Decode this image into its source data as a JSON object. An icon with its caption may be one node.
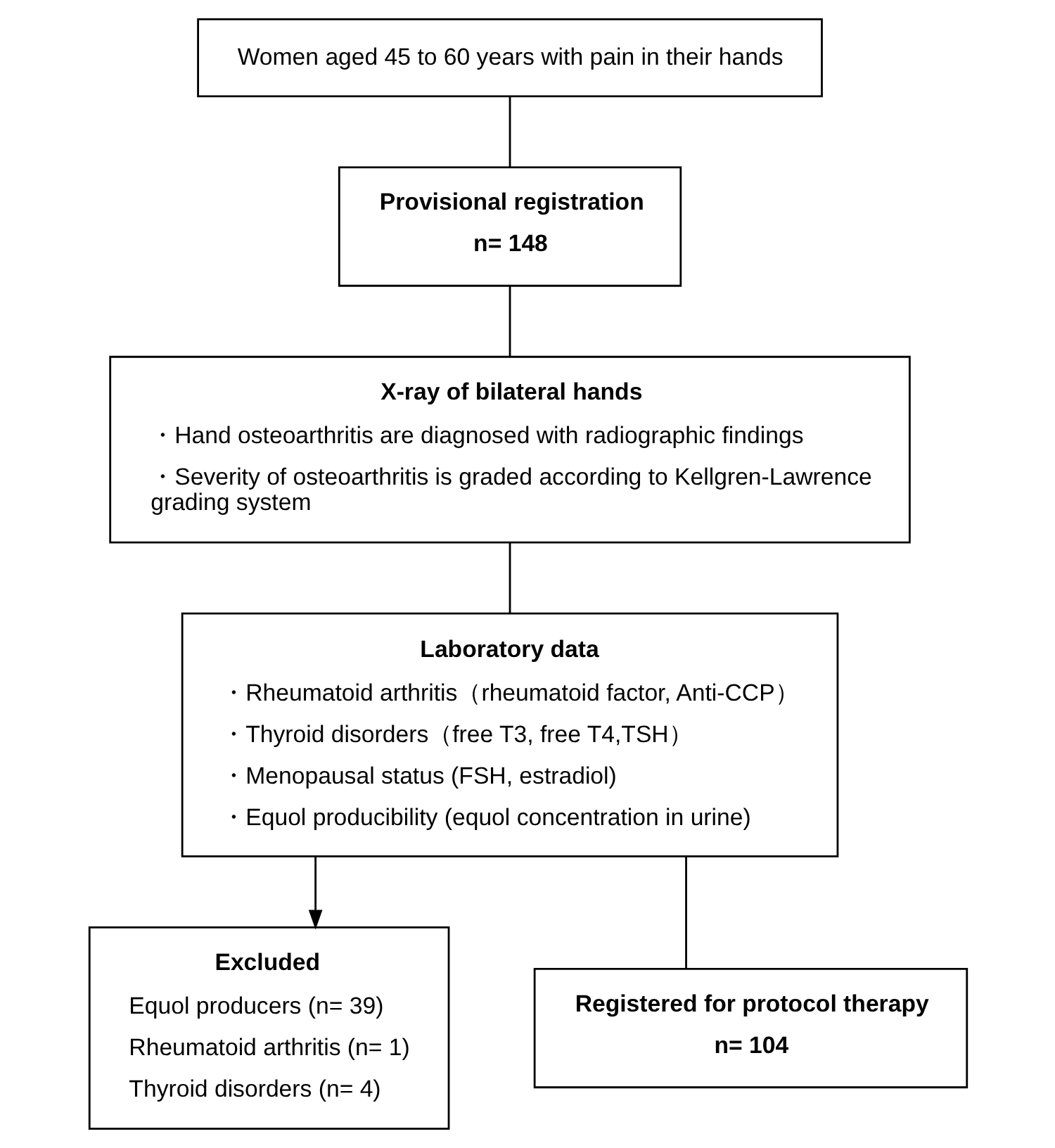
{
  "diagram": {
    "nodes": [
      {
        "text": [
          "Women aged 45 to 60 years with pain in their hands"
        ]
      },
      {
        "text": [
          "Provisional registration",
          "n= 148"
        ]
      },
      {
        "text": [
          "X-ray of bilateral hands",
          "・Hand osteoarthritis are diagnosed with radiographic findings",
          "・Severity of osteoarthritis is graded according to Kellgren-Lawrence grading system"
        ]
      },
      {
        "text": [
          "Laboratory data",
          "・Rheumatoid arthritis（rheumatoid factor, Anti-CCP）",
          "・Thyroid disorders（free T3, free T4,TSH）",
          "・Menopausal status (FSH, estradiol)",
          "・Equol producibility (equol concentration in urine)"
        ]
      },
      {
        "text": [
          "Excluded",
          "Equol producers (n= 39)",
          "Rheumatoid arthritis (n= 1)",
          "Thyroid disorders (n= 4)"
        ]
      },
      {
        "text": [
          "Registered for protocol therapy",
          "n= 104"
        ]
      }
    ],
    "edges": [
      {
        "from": 0,
        "to": 1,
        "arrow": "none"
      },
      {
        "from": 1,
        "to": 2,
        "arrow": "none"
      },
      {
        "from": 2,
        "to": 3,
        "arrow": "none"
      },
      {
        "from": 3,
        "to": 5,
        "arrow": "none"
      },
      {
        "from": 3,
        "to": 4,
        "arrow": "to"
      }
    ]
  }
}
